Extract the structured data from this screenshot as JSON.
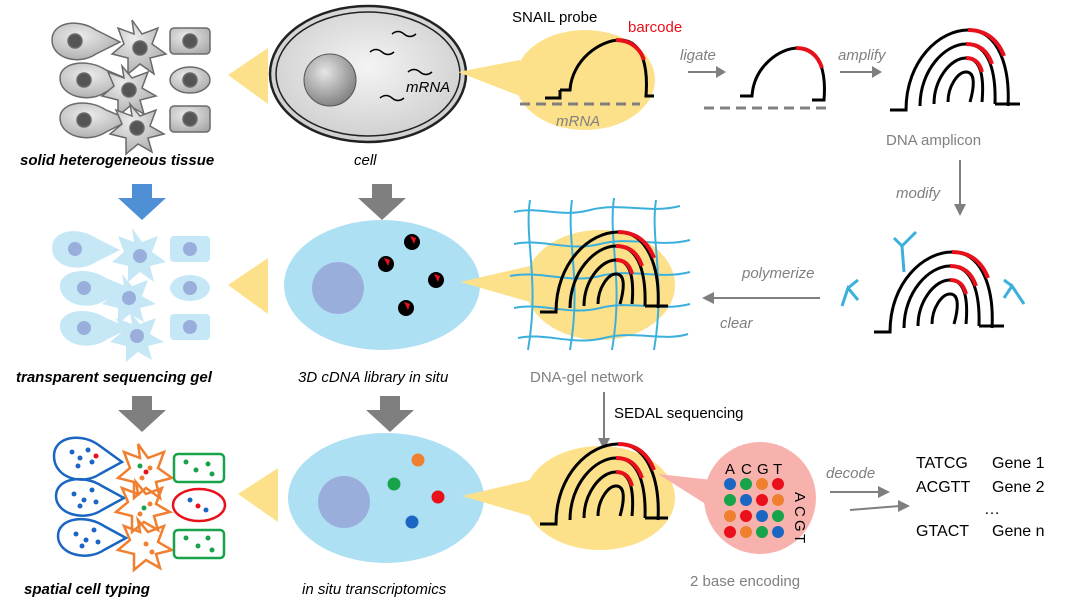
{
  "labels": {
    "tissue": "solid heterogeneous tissue",
    "cell": "cell",
    "mrna_cell": "mRNA",
    "snail_probe": "SNAIL probe",
    "barcode": "barcode",
    "mrna_probe": "mRNA",
    "ligate": "ligate",
    "amplify": "amplify",
    "dna_amplicon": "DNA amplicon",
    "modify": "modify",
    "polymerize": "polymerize",
    "clear": "clear",
    "gel_tissue": "transparent sequencing gel",
    "cdna_library": "3D cDNA library in situ",
    "dna_gel_network": "DNA-gel network",
    "sedal": "SEDAL sequencing",
    "cell_typing": "spatial cell typing",
    "transcriptomics": "in situ transcriptomics",
    "two_base": "2 base encoding",
    "decode": "decode"
  },
  "encoding": {
    "top_letters": [
      "A",
      "C",
      "G",
      "T"
    ],
    "side_letters": [
      "A",
      "C",
      "G",
      "T"
    ]
  },
  "genes": [
    {
      "code": "TATCG",
      "gene": "Gene 1"
    },
    {
      "code": "ACGTT",
      "gene": "Gene 2"
    },
    {
      "code": "…",
      "gene": ""
    },
    {
      "code": "GTACT",
      "gene": "Gene n"
    }
  ],
  "colors": {
    "callout": "#fde08a",
    "gel": "#aee0f4",
    "gel_cell": "#c6e8f6",
    "nucleus_gray": "#909090",
    "nucleus_blue": "#9aaedc",
    "barcode": "#e8101a",
    "gel_line": "#3bb0dc",
    "arrow_gray": "#7f7f7f",
    "arrow_blue": "#4f8fd6",
    "encoding_bg": "#f8b2ae",
    "dot_red": "#e8101a",
    "dot_green": "#17a34a",
    "dot_orange": "#f08030",
    "dot_blue": "#1a66c2",
    "text_gray": "#808080"
  }
}
